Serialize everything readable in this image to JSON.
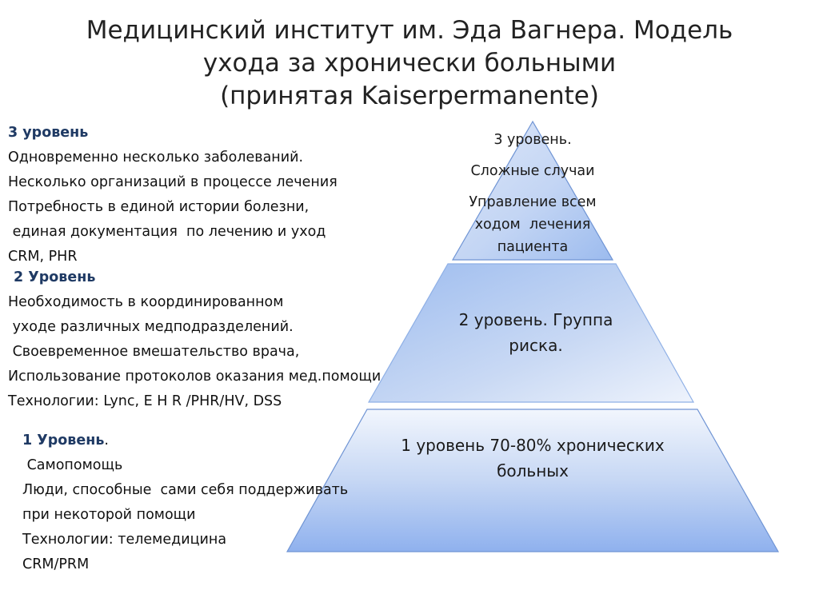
{
  "title": [
    "Медицинский институт им. Эда Вагнера. Модель",
    "ухода за хронически больными",
    "(принятая Kaiserpermanente)"
  ],
  "left": {
    "level3": {
      "heading": "3 уровень",
      "lines": [
        "Одновременно несколько заболеваний.",
        "Несколько организаций в процессе лечения",
        "Потребность в единой истории болезни,",
        " единая документация  по лечению и уход",
        "CRM, PHR"
      ]
    },
    "level2": {
      "heading": "2 Уровень",
      "lines": [
        "Необходимость в координированном",
        " уходе различных медподразделений.",
        " Своевременное вмешательство врача,",
        "Использование протоколов оказания мед.помощи",
        "Технологии: Lync, E H R /PHR/HV, DSS"
      ]
    },
    "level1": {
      "heading": "1 Уровень",
      "heading_suffix": ".",
      "lines": [
        " Самопомощь",
        "Люди, способные  сами себя поддерживать",
        "при некоторой помощи",
        "Технологии: телемедицина",
        "CRM/PRM"
      ]
    }
  },
  "pyramid": {
    "top": [
      "3 уровень.",
      "Сложные случаи",
      "Управление всем",
      "ходом  лечения",
      "пациента"
    ],
    "middle": [
      "2 уровень. Группа",
      "риска."
    ],
    "bottom": [
      "1 уровень 70-80% хронических",
      "больных"
    ]
  },
  "colors": {
    "heading": "#1f3a64",
    "pyramid_dark": "#93b6ef",
    "pyramid_light": "#eef3fc",
    "pyramid_edge": "#6f94d4"
  }
}
